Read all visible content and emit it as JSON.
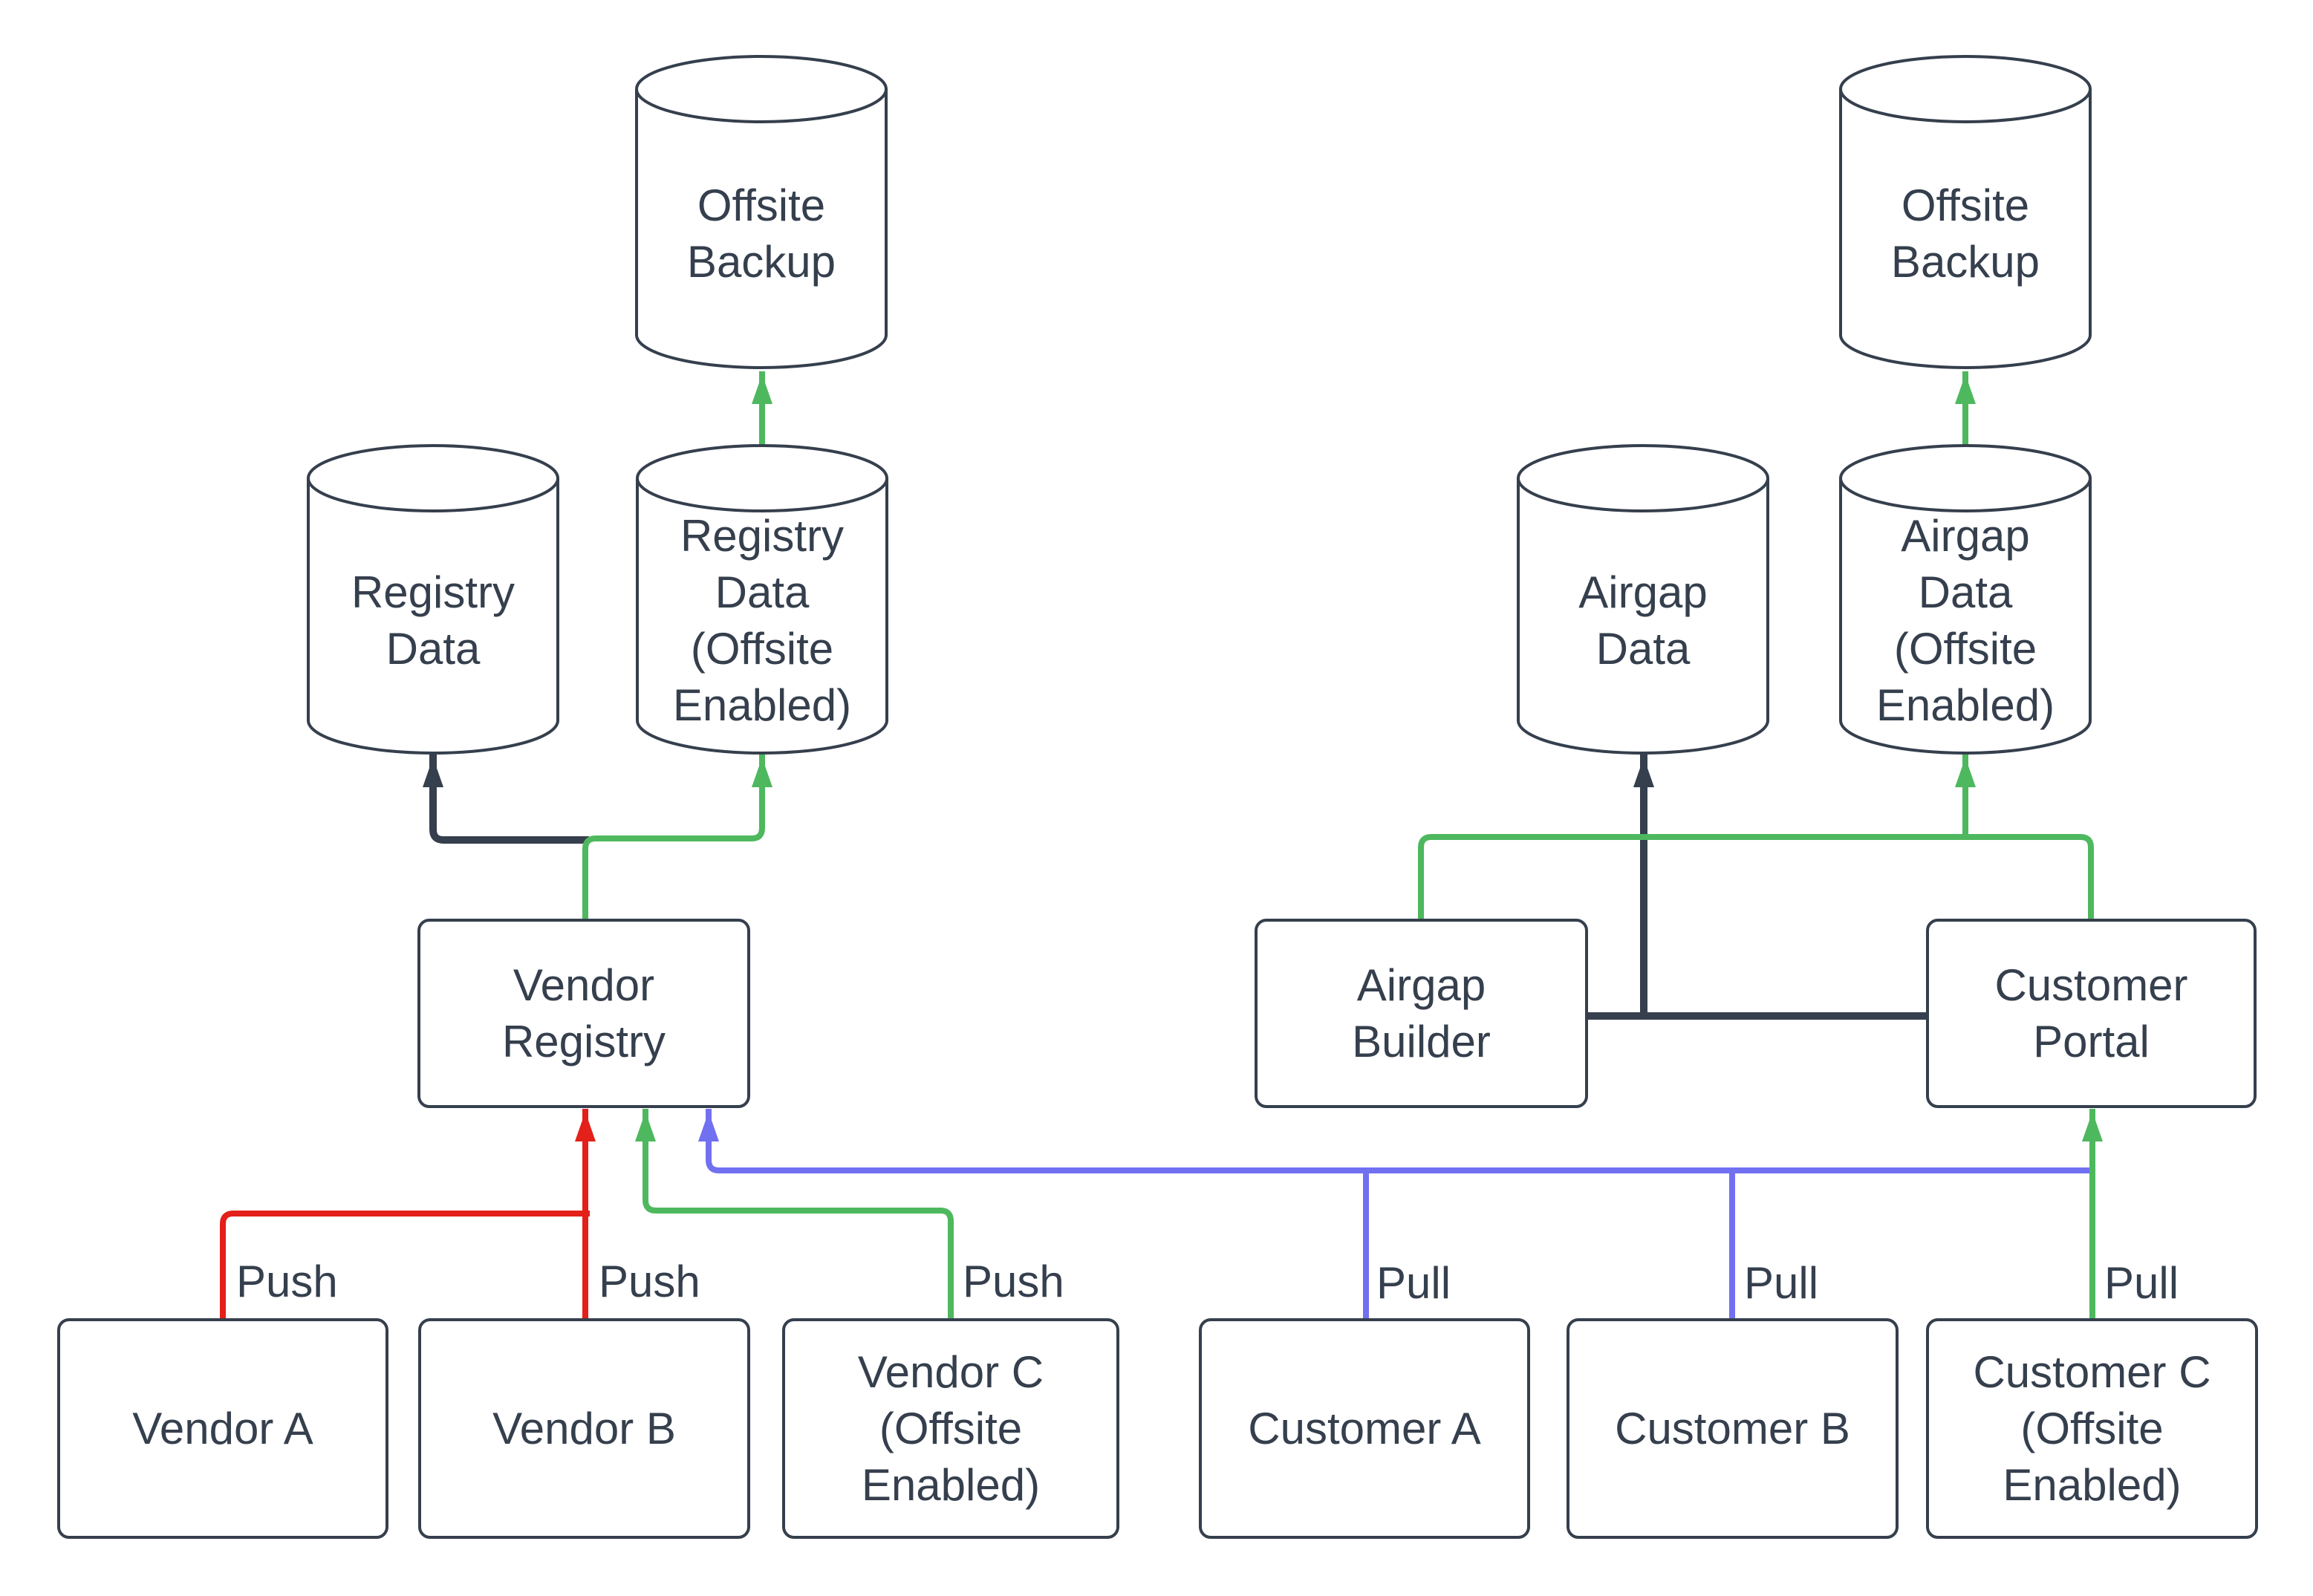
{
  "colors": {
    "background": "#ffffff",
    "node_border": "#353f4d",
    "text": "#353f4d",
    "push_red": "#e32019",
    "offsite_green": "#4eb85e",
    "pull_blue": "#7170f1",
    "dark_edge": "#353f4d"
  },
  "nodes": {
    "offsite_backup_left": {
      "label": "Offsite Backup",
      "shape": "cylinder",
      "lines": [
        "Offsite",
        "Backup"
      ]
    },
    "registry_data": {
      "label": "Registry Data",
      "shape": "cylinder",
      "lines": [
        "Registry",
        "Data"
      ]
    },
    "registry_data_offsite": {
      "label": "Registry Data (Offsite Enabled)",
      "shape": "cylinder",
      "lines": [
        "Registry",
        "Data",
        "(Offsite",
        "Enabled)"
      ]
    },
    "vendor_registry": {
      "label": "Vendor Registry",
      "shape": "box",
      "lines": [
        "Vendor",
        "Registry"
      ]
    },
    "vendor_a": {
      "label": "Vendor A",
      "shape": "box",
      "lines": [
        "Vendor A"
      ]
    },
    "vendor_b": {
      "label": "Vendor B",
      "shape": "box",
      "lines": [
        "Vendor B"
      ]
    },
    "vendor_c": {
      "label": "Vendor C (Offsite Enabled)",
      "shape": "box",
      "lines": [
        "Vendor C",
        "(Offsite",
        "Enabled)"
      ]
    },
    "offsite_backup_right": {
      "label": "Offsite Backup",
      "shape": "cylinder",
      "lines": [
        "Offsite",
        "Backup"
      ]
    },
    "airgap_data": {
      "label": "Airgap Data",
      "shape": "cylinder",
      "lines": [
        "Airgap",
        "Data"
      ]
    },
    "airgap_data_offsite": {
      "label": "Airgap Data (Offsite Enabled)",
      "shape": "cylinder",
      "lines": [
        "Airgap",
        "Data",
        "(Offsite",
        "Enabled)"
      ]
    },
    "airgap_builder": {
      "label": "Airgap Builder",
      "shape": "box",
      "lines": [
        "Airgap",
        "Builder"
      ]
    },
    "customer_portal": {
      "label": "Customer Portal",
      "shape": "box",
      "lines": [
        "Customer",
        "Portal"
      ]
    },
    "customer_a": {
      "label": "Customer A",
      "shape": "box",
      "lines": [
        "Customer A"
      ]
    },
    "customer_b": {
      "label": "Customer B",
      "shape": "box",
      "lines": [
        "Customer B"
      ]
    },
    "customer_c": {
      "label": "Customer C (Offsite Enabled)",
      "shape": "box",
      "lines": [
        "Customer C",
        "(Offsite",
        "Enabled)"
      ]
    }
  },
  "edge_labels": {
    "push_vendor_a": "Push",
    "push_vendor_b": "Push",
    "push_vendor_c": "Push",
    "pull_customer_a": "Pull",
    "pull_customer_b": "Pull",
    "pull_customer_c": "Pull"
  },
  "edges": [
    {
      "from": "vendor_registry",
      "to": "registry_data",
      "color": "dark",
      "arrow": true
    },
    {
      "from": "vendor_registry",
      "to": "registry_data_offsite",
      "color": "green",
      "arrow": true
    },
    {
      "from": "registry_data_offsite",
      "to": "offsite_backup_left",
      "color": "green",
      "arrow": true
    },
    {
      "from": "vendor_a",
      "to": "vendor_registry",
      "color": "red",
      "label": "Push",
      "arrow": true
    },
    {
      "from": "vendor_b",
      "to": "vendor_registry",
      "color": "red",
      "label": "Push",
      "arrow": true
    },
    {
      "from": "vendor_c",
      "to": "vendor_registry",
      "color": "green",
      "label": "Push",
      "arrow": true
    },
    {
      "from": "customer_a",
      "to": "vendor_registry",
      "color": "blue",
      "label": "Pull",
      "arrow": true
    },
    {
      "from": "customer_b",
      "to": "vendor_registry",
      "color": "blue",
      "label": "Pull",
      "arrow": true
    },
    {
      "from": "customer_c",
      "to": "customer_portal",
      "color": "green",
      "label": "Pull",
      "arrow": true
    },
    {
      "from": "airgap_builder",
      "to": "customer_portal",
      "color": "dark",
      "arrow": false
    },
    {
      "from": "airgap_builder",
      "to": "airgap_data",
      "color": "dark",
      "arrow": true
    },
    {
      "from": "airgap_builder",
      "to": "airgap_data_offsite",
      "color": "green",
      "arrow": true
    },
    {
      "from": "customer_portal",
      "to": "airgap_data_offsite",
      "color": "green",
      "arrow": true
    },
    {
      "from": "airgap_data_offsite",
      "to": "offsite_backup_right",
      "color": "green",
      "arrow": true
    }
  ]
}
